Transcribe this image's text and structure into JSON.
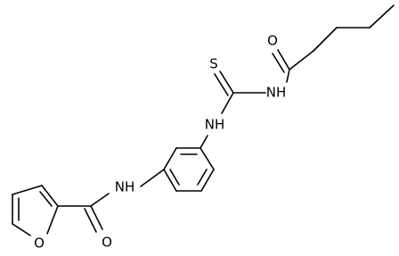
{
  "molecule": {
    "atoms": {
      "thione_s": "S",
      "carbonyl_o_top": "O",
      "nh_thiourea_right": "NH",
      "nh_thiourea_left": "NH",
      "nh_amide": "NH",
      "furan_o": "O",
      "carbonyl_o_bottom": "O"
    }
  }
}
